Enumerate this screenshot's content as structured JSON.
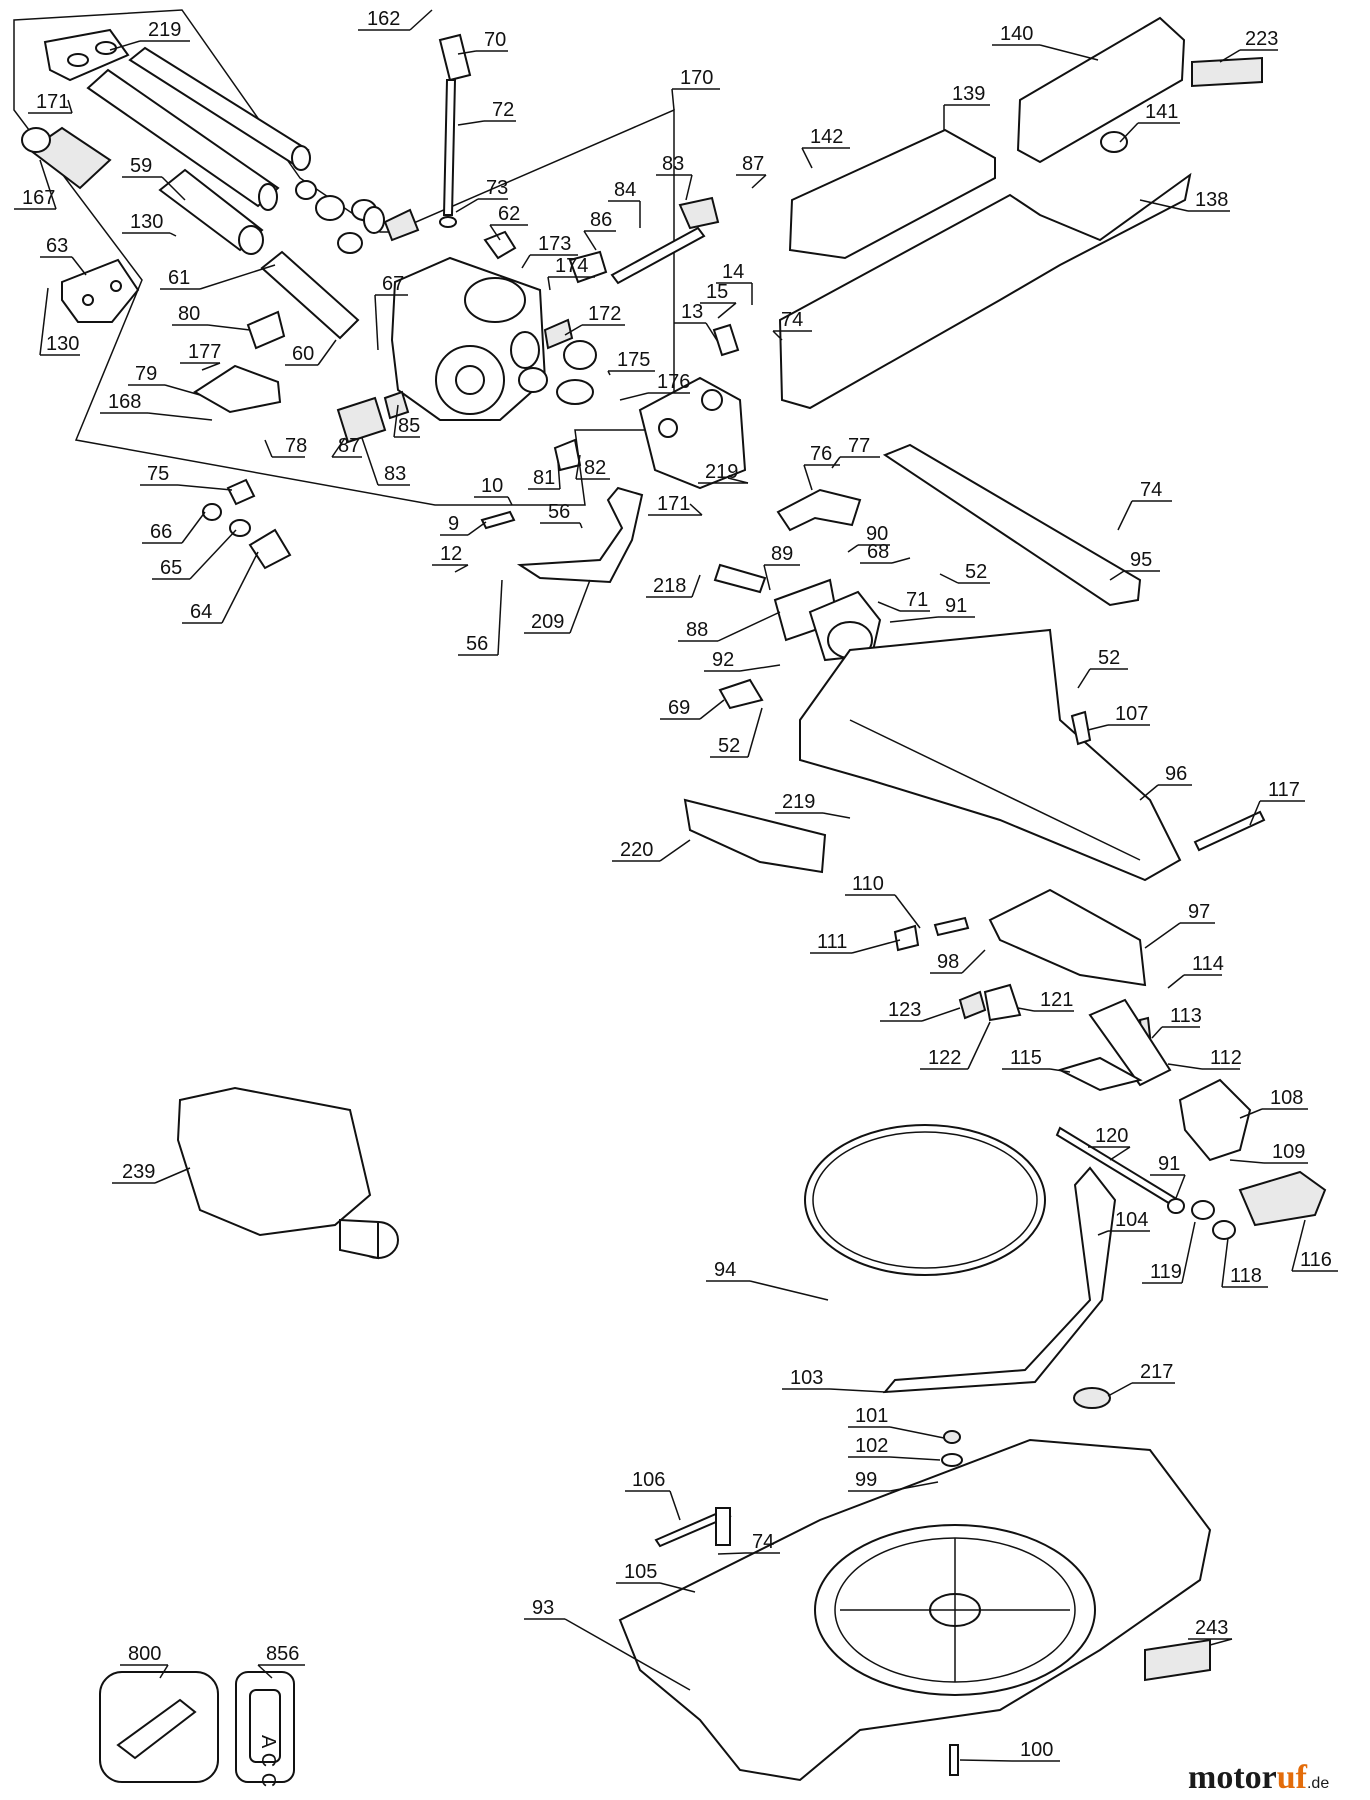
{
  "diagram": {
    "callouts": [
      {
        "id": "219a",
        "text": "219"
      },
      {
        "id": "171a",
        "text": "171"
      },
      {
        "id": "167",
        "text": "167"
      },
      {
        "id": "59",
        "text": "59"
      },
      {
        "id": "130a",
        "text": "130"
      },
      {
        "id": "63",
        "text": "63"
      },
      {
        "id": "130b",
        "text": "130"
      },
      {
        "id": "61",
        "text": "61"
      },
      {
        "id": "80",
        "text": "80"
      },
      {
        "id": "177",
        "text": "177"
      },
      {
        "id": "79",
        "text": "79"
      },
      {
        "id": "168",
        "text": "168"
      },
      {
        "id": "78",
        "text": "78"
      },
      {
        "id": "87a",
        "text": "87"
      },
      {
        "id": "83a",
        "text": "83"
      },
      {
        "id": "85",
        "text": "85"
      },
      {
        "id": "60",
        "text": "60"
      },
      {
        "id": "67",
        "text": "67"
      },
      {
        "id": "62",
        "text": "62"
      },
      {
        "id": "173",
        "text": "173"
      },
      {
        "id": "174",
        "text": "174"
      },
      {
        "id": "172",
        "text": "172"
      },
      {
        "id": "175",
        "text": "175"
      },
      {
        "id": "176",
        "text": "176"
      },
      {
        "id": "219b",
        "text": "219"
      },
      {
        "id": "171b",
        "text": "171"
      },
      {
        "id": "162",
        "text": "162"
      },
      {
        "id": "70",
        "text": "70"
      },
      {
        "id": "72",
        "text": "72"
      },
      {
        "id": "73",
        "text": "73"
      },
      {
        "id": "170",
        "text": "170"
      },
      {
        "id": "83b",
        "text": "83"
      },
      {
        "id": "87b",
        "text": "87"
      },
      {
        "id": "84",
        "text": "84"
      },
      {
        "id": "86",
        "text": "86"
      },
      {
        "id": "14",
        "text": "14"
      },
      {
        "id": "15",
        "text": "15"
      },
      {
        "id": "13",
        "text": "13"
      },
      {
        "id": "74a",
        "text": "74"
      },
      {
        "id": "142",
        "text": "142"
      },
      {
        "id": "139",
        "text": "139"
      },
      {
        "id": "140",
        "text": "140"
      },
      {
        "id": "223",
        "text": "223"
      },
      {
        "id": "141",
        "text": "141"
      },
      {
        "id": "138",
        "text": "138"
      },
      {
        "id": "75",
        "text": "75"
      },
      {
        "id": "66",
        "text": "66"
      },
      {
        "id": "65",
        "text": "65"
      },
      {
        "id": "64",
        "text": "64"
      },
      {
        "id": "81",
        "text": "81"
      },
      {
        "id": "82",
        "text": "82"
      },
      {
        "id": "10",
        "text": "10"
      },
      {
        "id": "9",
        "text": "9"
      },
      {
        "id": "56a",
        "text": "56"
      },
      {
        "id": "12",
        "text": "12"
      },
      {
        "id": "56b",
        "text": "56"
      },
      {
        "id": "209",
        "text": "209"
      },
      {
        "id": "76",
        "text": "76"
      },
      {
        "id": "77",
        "text": "77"
      },
      {
        "id": "90",
        "text": "90"
      },
      {
        "id": "68",
        "text": "68"
      },
      {
        "id": "52a",
        "text": "52"
      },
      {
        "id": "74b",
        "text": "74"
      },
      {
        "id": "95",
        "text": "95"
      },
      {
        "id": "89",
        "text": "89"
      },
      {
        "id": "218",
        "text": "218"
      },
      {
        "id": "71",
        "text": "71"
      },
      {
        "id": "91a",
        "text": "91"
      },
      {
        "id": "88",
        "text": "88"
      },
      {
        "id": "92",
        "text": "92"
      },
      {
        "id": "69",
        "text": "69"
      },
      {
        "id": "52b",
        "text": "52"
      },
      {
        "id": "52c",
        "text": "52"
      },
      {
        "id": "107",
        "text": "107"
      },
      {
        "id": "96",
        "text": "96"
      },
      {
        "id": "117",
        "text": "117"
      },
      {
        "id": "219c",
        "text": "219"
      },
      {
        "id": "220",
        "text": "220"
      },
      {
        "id": "110",
        "text": "110"
      },
      {
        "id": "111",
        "text": "111"
      },
      {
        "id": "98",
        "text": "98"
      },
      {
        "id": "97",
        "text": "97"
      },
      {
        "id": "114",
        "text": "114"
      },
      {
        "id": "123",
        "text": "123"
      },
      {
        "id": "121",
        "text": "121"
      },
      {
        "id": "113",
        "text": "113"
      },
      {
        "id": "122",
        "text": "122"
      },
      {
        "id": "115",
        "text": "115"
      },
      {
        "id": "112",
        "text": "112"
      },
      {
        "id": "108",
        "text": "108"
      },
      {
        "id": "239",
        "text": "239"
      },
      {
        "id": "120",
        "text": "120"
      },
      {
        "id": "109",
        "text": "109"
      },
      {
        "id": "91b",
        "text": "91"
      },
      {
        "id": "104",
        "text": "104"
      },
      {
        "id": "94",
        "text": "94"
      },
      {
        "id": "119",
        "text": "119"
      },
      {
        "id": "118",
        "text": "118"
      },
      {
        "id": "116",
        "text": "116"
      },
      {
        "id": "103",
        "text": "103"
      },
      {
        "id": "217",
        "text": "217"
      },
      {
        "id": "101",
        "text": "101"
      },
      {
        "id": "102",
        "text": "102"
      },
      {
        "id": "99",
        "text": "99"
      },
      {
        "id": "106",
        "text": "106"
      },
      {
        "id": "74c",
        "text": "74"
      },
      {
        "id": "105",
        "text": "105"
      },
      {
        "id": "93",
        "text": "93"
      },
      {
        "id": "243",
        "text": "243"
      },
      {
        "id": "800",
        "text": "800"
      },
      {
        "id": "856",
        "text": "856"
      },
      {
        "id": "100",
        "text": "100"
      }
    ]
  },
  "kit_label": "A C C",
  "watermark": {
    "part1": "motor",
    "part2": "uf",
    "suffix": ".de"
  }
}
